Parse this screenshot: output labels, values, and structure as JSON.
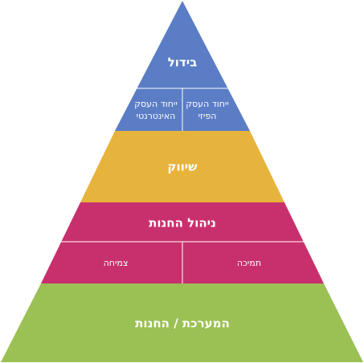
{
  "pyramid": {
    "colors": {
      "top": "#5b7dc6",
      "marketing": "#e6b33c",
      "management": "#c8306d",
      "base": "#9bc053",
      "divider": "#ffffff"
    },
    "levels": {
      "top_title": "בידול",
      "top_left": [
        "ייחוד העסק",
        "האינטרנטי"
      ],
      "top_right": [
        "ייחוד העסק",
        "הפיזי"
      ],
      "marketing": "שיווק",
      "management_title": "ניהול החנות",
      "management_left": "צמיחה",
      "management_right": "תמיכה",
      "base": "המערכת / החנות"
    }
  }
}
